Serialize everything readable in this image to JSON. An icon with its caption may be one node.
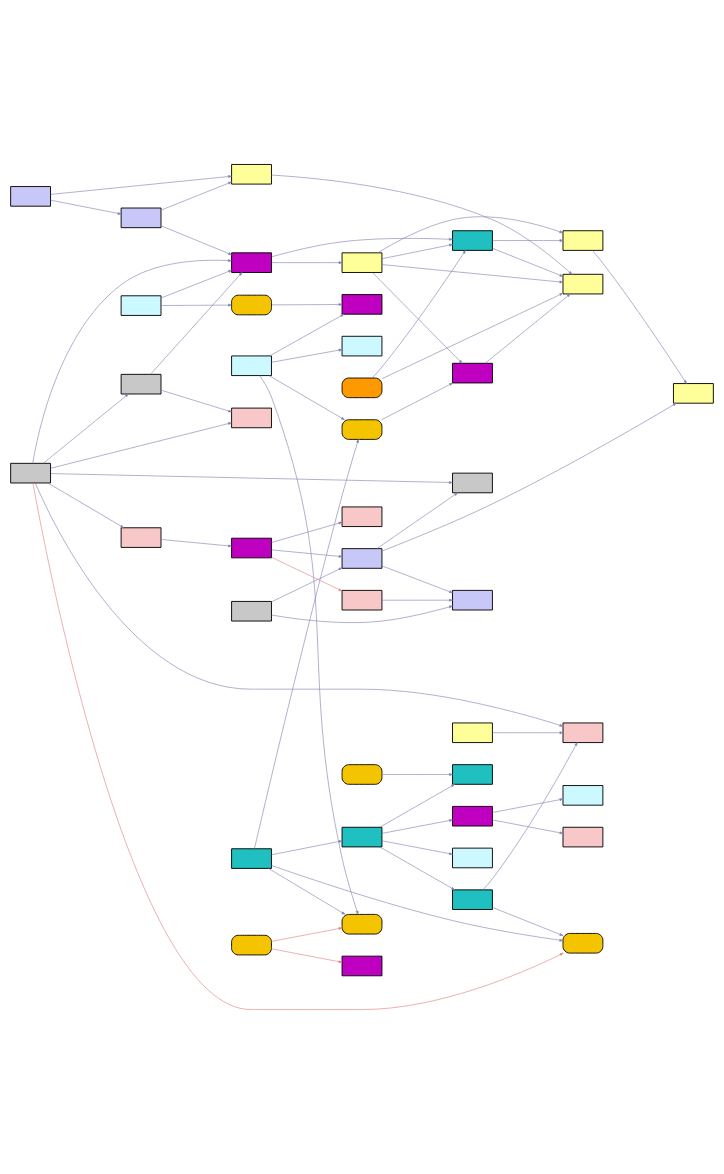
{
  "diagram": {
    "nodes": [
      {
        "text": [],
        "shape": "box"
      },
      {
        "text": [],
        "shape": "box"
      },
      {
        "text": [],
        "shape": "box"
      },
      {
        "text": [],
        "shape": "box"
      },
      {
        "text": [],
        "shape": "box"
      },
      {
        "text": [],
        "shape": "box"
      },
      {
        "text": [],
        "shape": "box"
      },
      {
        "text": [],
        "shape": "box"
      },
      {
        "text": [],
        "shape": "box"
      },
      {
        "text": [],
        "shape": "box"
      },
      {
        "text": [],
        "shape": "box"
      },
      {
        "text": [],
        "shape": "box"
      },
      {
        "text": [],
        "shape": "box"
      },
      {
        "text": [],
        "shape": "box"
      },
      {
        "text": [],
        "shape": "box"
      },
      {
        "text": [],
        "shape": "box"
      },
      {
        "text": [],
        "shape": "box"
      },
      {
        "text": [],
        "shape": "box"
      },
      {
        "text": [],
        "shape": "box"
      },
      {
        "text": [],
        "shape": "box"
      },
      {
        "text": [],
        "shape": "box"
      },
      {
        "text": [],
        "shape": "box"
      },
      {
        "text": [],
        "shape": "box"
      },
      {
        "text": [],
        "shape": "box"
      },
      {
        "text": [],
        "shape": "box"
      },
      {
        "text": [],
        "shape": "box"
      },
      {
        "text": [],
        "shape": "box"
      },
      {
        "text": [],
        "shape": "box"
      },
      {
        "text": [],
        "shape": "box"
      },
      {
        "text": [],
        "shape": "box"
      },
      {
        "text": [],
        "shape": "box"
      },
      {
        "text": [],
        "shape": "box"
      },
      {
        "text": [],
        "shape": "box"
      },
      {
        "text": [],
        "shape": "box"
      },
      {
        "text": [],
        "shape": "box"
      },
      {
        "text": [],
        "shape": "box"
      },
      {
        "text": [],
        "shape": "box"
      },
      {
        "text": [],
        "shape": "box"
      },
      {
        "text": [],
        "shape": "box"
      },
      {
        "text": [],
        "shape": "box"
      },
      {
        "text": [],
        "shape": "box"
      },
      {
        "text": [],
        "shape": "box"
      },
      {
        "text": [],
        "shape": "box"
      }
    ],
    "edges": [
      {
        "from": 0,
        "to": 7,
        "arrow": "to"
      },
      {
        "from": 0,
        "to": 26,
        "arrow": "to"
      },
      {
        "from": 0,
        "to": 35,
        "arrow": "to"
      },
      {
        "from": 0,
        "to": 22,
        "arrow": "to"
      },
      {
        "from": 1,
        "to": 8,
        "arrow": "to"
      },
      {
        "from": 1,
        "to": 18,
        "arrow": "to"
      },
      {
        "from": 2,
        "to": 19,
        "arrow": "to"
      },
      {
        "from": 3,
        "to": 10,
        "arrow": "to"
      },
      {
        "from": 3,
        "to": 17,
        "arrow": "to"
      },
      {
        "from": 3,
        "to": 38,
        "arrow": "to"
      },
      {
        "from": 3,
        "to": 28,
        "arrow": "to"
      },
      {
        "from": 3,
        "to": 21,
        "arrow": "to"
      },
      {
        "from": 3,
        "to": 18,
        "arrow": "to"
      },
      {
        "from": 3,
        "to": 34,
        "arrow": "to",
        "color": "#e08080"
      },
      {
        "from": 4,
        "to": 41,
        "arrow": "to"
      },
      {
        "from": 4,
        "to": 25,
        "arrow": "to"
      },
      {
        "from": 5,
        "to": 30,
        "arrow": "to"
      },
      {
        "from": 5,
        "to": 42,
        "arrow": "to"
      },
      {
        "from": 6,
        "to": 13,
        "arrow": "to"
      },
      {
        "from": 6,
        "to": 12,
        "arrow": "to"
      },
      {
        "from": 14,
        "to": 7,
        "arrow": "to"
      },
      {
        "from": 7,
        "to": 33,
        "arrow": "to"
      },
      {
        "from": 8,
        "to": 22,
        "arrow": "to"
      },
      {
        "from": 9,
        "to": 23,
        "arrow": "to",
        "color": "#e08080"
      },
      {
        "from": 9,
        "to": 35,
        "arrow": "to",
        "color": "#e08080"
      },
      {
        "from": 10,
        "to": 16,
        "arrow": "to"
      },
      {
        "from": 16,
        "to": 11,
        "arrow": "to"
      },
      {
        "from": 16,
        "to": 29,
        "arrow": "to",
        "color": "#e08080"
      },
      {
        "from": 16,
        "to": 25,
        "arrow": "to"
      },
      {
        "from": 12,
        "to": 42,
        "arrow": "to"
      },
      {
        "from": 13,
        "to": 12,
        "arrow": "to"
      },
      {
        "from": 13,
        "to": 18,
        "arrow": "to"
      },
      {
        "from": 14,
        "to": 15,
        "arrow": "to"
      },
      {
        "from": 14,
        "to": 35,
        "arrow": "to"
      },
      {
        "from": 14,
        "to": 34,
        "arrow": "to"
      },
      {
        "from": 15,
        "to": 19,
        "arrow": "to"
      },
      {
        "from": 15,
        "to": 20,
        "arrow": "to"
      },
      {
        "from": 15,
        "to": 27,
        "arrow": "to"
      },
      {
        "from": 15,
        "to": 39,
        "arrow": "to"
      },
      {
        "from": 17,
        "to": 21,
        "arrow": "to"
      },
      {
        "from": 17,
        "to": 18,
        "arrow": "to"
      },
      {
        "from": 18,
        "to": 24,
        "arrow": "to"
      },
      {
        "from": 18,
        "to": 30,
        "arrow": "to"
      },
      {
        "from": 20,
        "to": 38,
        "arrow": "to"
      },
      {
        "from": 20,
        "to": 34,
        "arrow": "to"
      },
      {
        "from": 24,
        "to": 30,
        "arrow": "to"
      },
      {
        "from": 24,
        "to": 42,
        "arrow": "to"
      },
      {
        "from": 24,
        "to": 36,
        "arrow": "to"
      },
      {
        "from": 24,
        "to": 33,
        "arrow": "to"
      },
      {
        "from": 25,
        "to": 28,
        "arrow": "to"
      },
      {
        "from": 25,
        "to": 41,
        "arrow": "to"
      },
      {
        "from": 25,
        "to": 40,
        "arrow": "to"
      },
      {
        "from": 27,
        "to": 37,
        "arrow": "to"
      },
      {
        "from": 27,
        "to": 31,
        "arrow": "to"
      },
      {
        "from": 30,
        "to": 36,
        "arrow": "to"
      },
      {
        "from": 30,
        "to": 42,
        "arrow": "to"
      },
      {
        "from": 32,
        "to": 38,
        "arrow": "to"
      },
      {
        "from": 36,
        "to": 40,
        "arrow": "to"
      },
      {
        "from": 33,
        "to": 42,
        "arrow": "to"
      },
      {
        "from": 29,
        "to": 41,
        "arrow": "to"
      }
    ]
  }
}
